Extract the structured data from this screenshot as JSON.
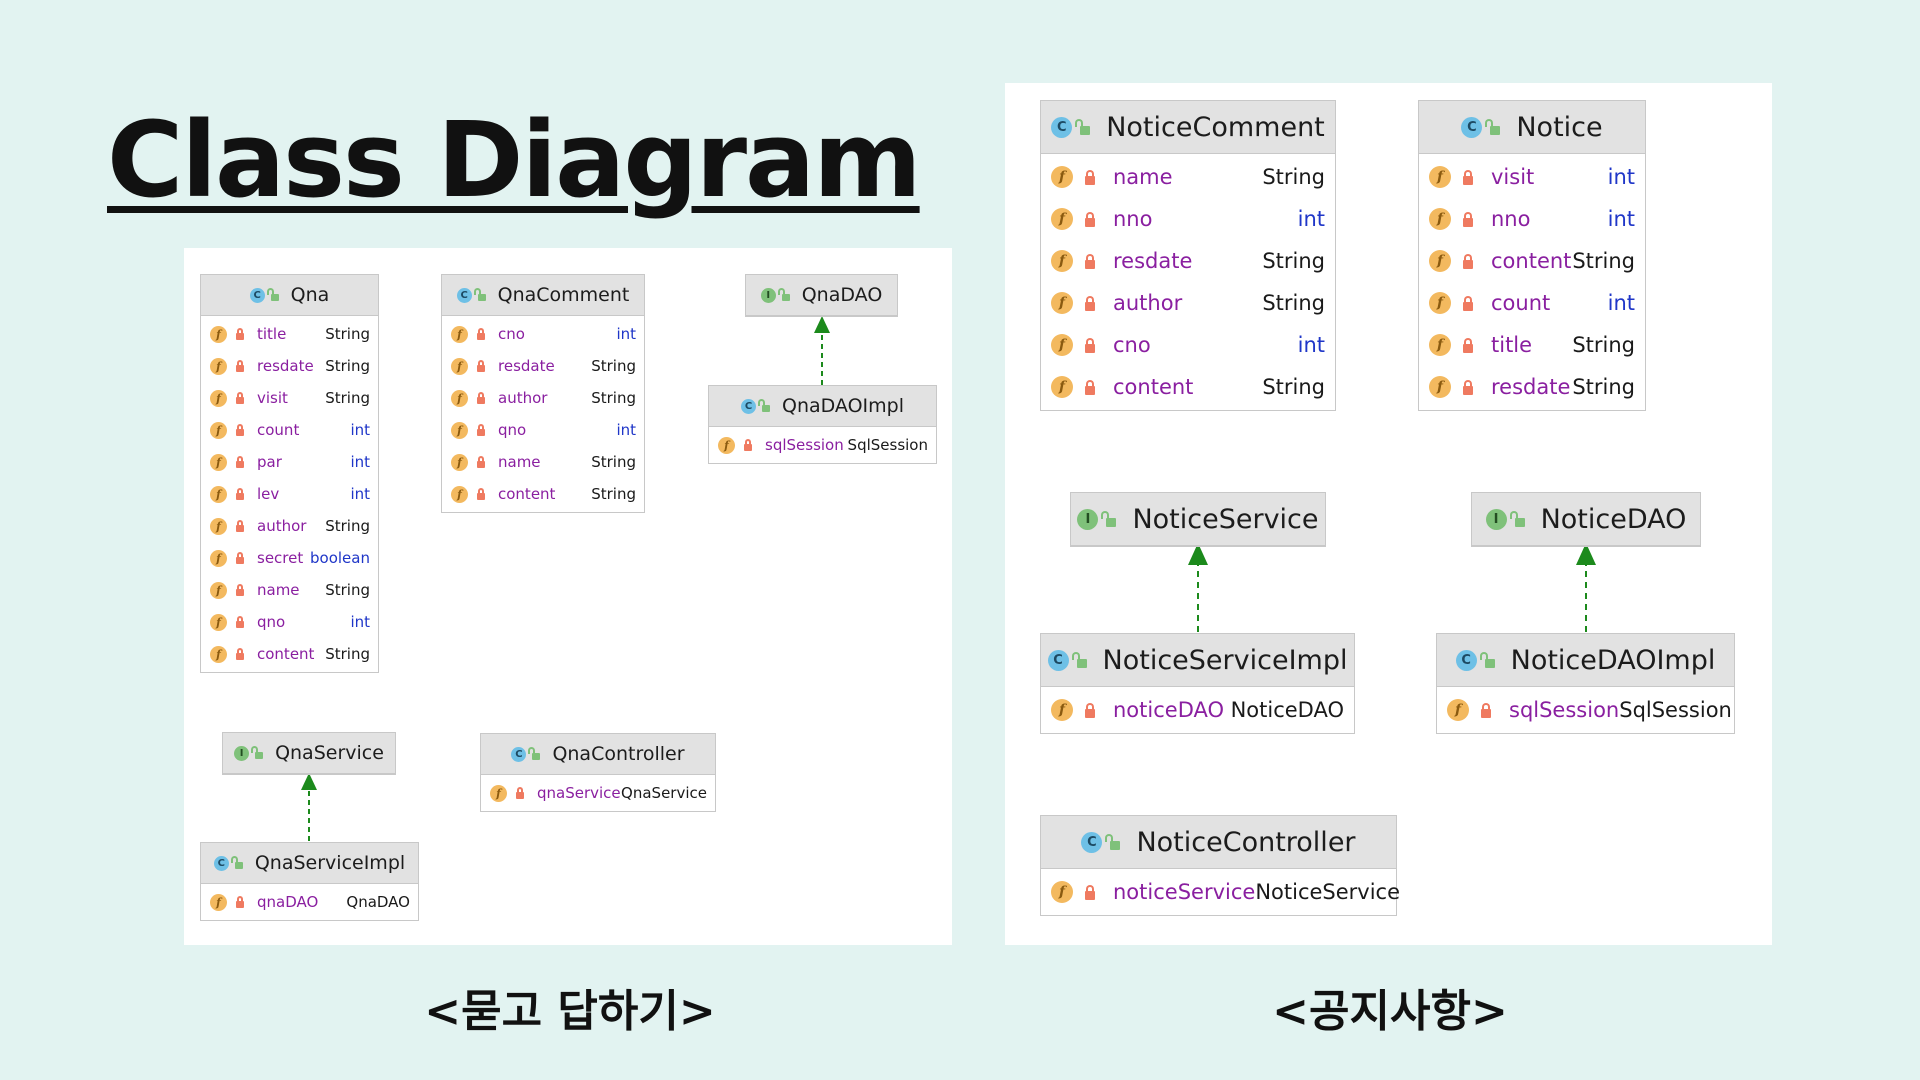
{
  "title": "Class Diagram",
  "qna_panel": {
    "caption": "<묻고 답하기>",
    "classes": {
      "qna": {
        "kind": "C",
        "name": "Qna",
        "fields": [
          {
            "name": "title",
            "type": "String"
          },
          {
            "name": "resdate",
            "type": "String"
          },
          {
            "name": "visit",
            "type": "String"
          },
          {
            "name": "count",
            "type": "int"
          },
          {
            "name": "par",
            "type": "int"
          },
          {
            "name": "lev",
            "type": "int"
          },
          {
            "name": "author",
            "type": "String"
          },
          {
            "name": "secret",
            "type": "boolean"
          },
          {
            "name": "name",
            "type": "String"
          },
          {
            "name": "qno",
            "type": "int"
          },
          {
            "name": "content",
            "type": "String"
          }
        ]
      },
      "qna_comment": {
        "kind": "C",
        "name": "QnaComment",
        "fields": [
          {
            "name": "cno",
            "type": "int"
          },
          {
            "name": "resdate",
            "type": "String"
          },
          {
            "name": "author",
            "type": "String"
          },
          {
            "name": "qno",
            "type": "int"
          },
          {
            "name": "name",
            "type": "String"
          },
          {
            "name": "content",
            "type": "String"
          }
        ]
      },
      "qna_dao": {
        "kind": "I",
        "name": "QnaDAO",
        "fields": []
      },
      "qna_dao_impl": {
        "kind": "C",
        "name": "QnaDAOImpl",
        "fields": [
          {
            "name": "sqlSession",
            "type": "SqlSession"
          }
        ]
      },
      "qna_service": {
        "kind": "I",
        "name": "QnaService",
        "fields": []
      },
      "qna_controller": {
        "kind": "C",
        "name": "QnaController",
        "fields": [
          {
            "name": "qnaService",
            "type": "QnaService"
          }
        ]
      },
      "qna_service_impl": {
        "kind": "C",
        "name": "QnaServiceImpl",
        "fields": [
          {
            "name": "qnaDAO",
            "type": "QnaDAO"
          }
        ]
      }
    }
  },
  "notice_panel": {
    "caption": "<공지사항>",
    "classes": {
      "notice_comment": {
        "kind": "C",
        "name": "NoticeComment",
        "fields": [
          {
            "name": "name",
            "type": "String"
          },
          {
            "name": "nno",
            "type": "int"
          },
          {
            "name": "resdate",
            "type": "String"
          },
          {
            "name": "author",
            "type": "String"
          },
          {
            "name": "cno",
            "type": "int"
          },
          {
            "name": "content",
            "type": "String"
          }
        ]
      },
      "notice": {
        "kind": "C",
        "name": "Notice",
        "fields": [
          {
            "name": "visit",
            "type": "int"
          },
          {
            "name": "nno",
            "type": "int"
          },
          {
            "name": "content",
            "type": "String"
          },
          {
            "name": "count",
            "type": "int"
          },
          {
            "name": "title",
            "type": "String"
          },
          {
            "name": "resdate",
            "type": "String"
          }
        ]
      },
      "notice_service": {
        "kind": "I",
        "name": "NoticeService",
        "fields": []
      },
      "notice_dao": {
        "kind": "I",
        "name": "NoticeDAO",
        "fields": []
      },
      "notice_service_impl": {
        "kind": "C",
        "name": "NoticeServiceImpl",
        "fields": [
          {
            "name": "noticeDAO",
            "type": "NoticeDAO"
          }
        ]
      },
      "notice_dao_impl": {
        "kind": "C",
        "name": "NoticeDAOImpl",
        "fields": [
          {
            "name": "sqlSession",
            "type": "SqlSession"
          }
        ]
      },
      "notice_controller": {
        "kind": "C",
        "name": "NoticeController",
        "fields": [
          {
            "name": "noticeService",
            "type": "NoticeService"
          }
        ]
      }
    }
  },
  "relations": [
    {
      "from": "QnaDAOImpl",
      "to": "QnaDAO",
      "type": "implements"
    },
    {
      "from": "QnaServiceImpl",
      "to": "QnaService",
      "type": "implements"
    },
    {
      "from": "NoticeServiceImpl",
      "to": "NoticeService",
      "type": "implements"
    },
    {
      "from": "NoticeDAOImpl",
      "to": "NoticeDAO",
      "type": "implements"
    }
  ],
  "colors": {
    "background": "#e2f3f1",
    "field_name": "#8a1fa0",
    "keyword_type": "#1f36c8",
    "arrow": "#1c8a1c"
  },
  "icons": {
    "class_badge": "class-c-icon",
    "interface_badge": "interface-i-icon",
    "field_badge": "field-f-icon",
    "private": "lock-icon",
    "public": "unlock-icon"
  }
}
